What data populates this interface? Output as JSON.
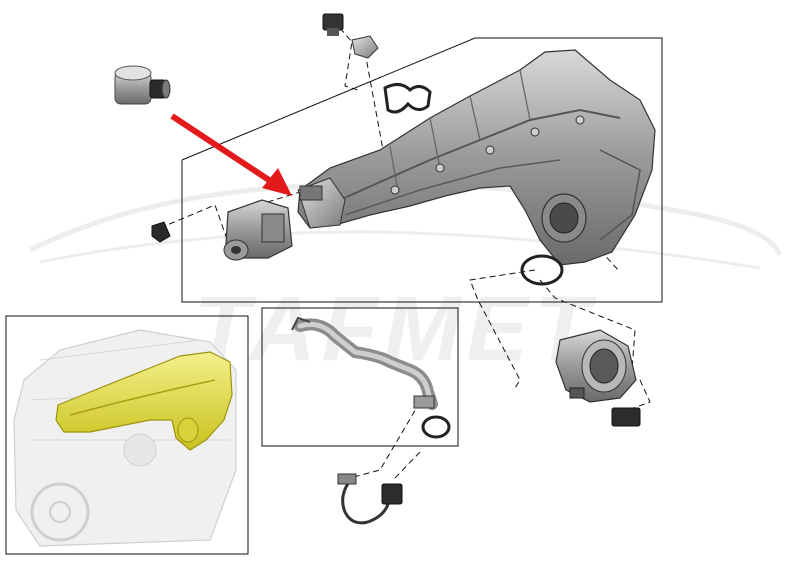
{
  "watermark": {
    "text": "TAFMET",
    "color": "#eeeeee"
  },
  "colors": {
    "highlight": "#e8e23a",
    "arrow": "#e3191c",
    "metal": "#a9a9a9",
    "outline": "#222222"
  },
  "components": [
    {
      "name": "intake-manifold"
    },
    {
      "name": "pressure-sensor"
    },
    {
      "name": "manifold-gasket"
    },
    {
      "name": "throttle-body"
    },
    {
      "name": "actuator"
    },
    {
      "name": "egr-pipe"
    },
    {
      "name": "o-ring"
    },
    {
      "name": "temperature-sensor"
    },
    {
      "name": "plug"
    },
    {
      "name": "clip"
    }
  ]
}
